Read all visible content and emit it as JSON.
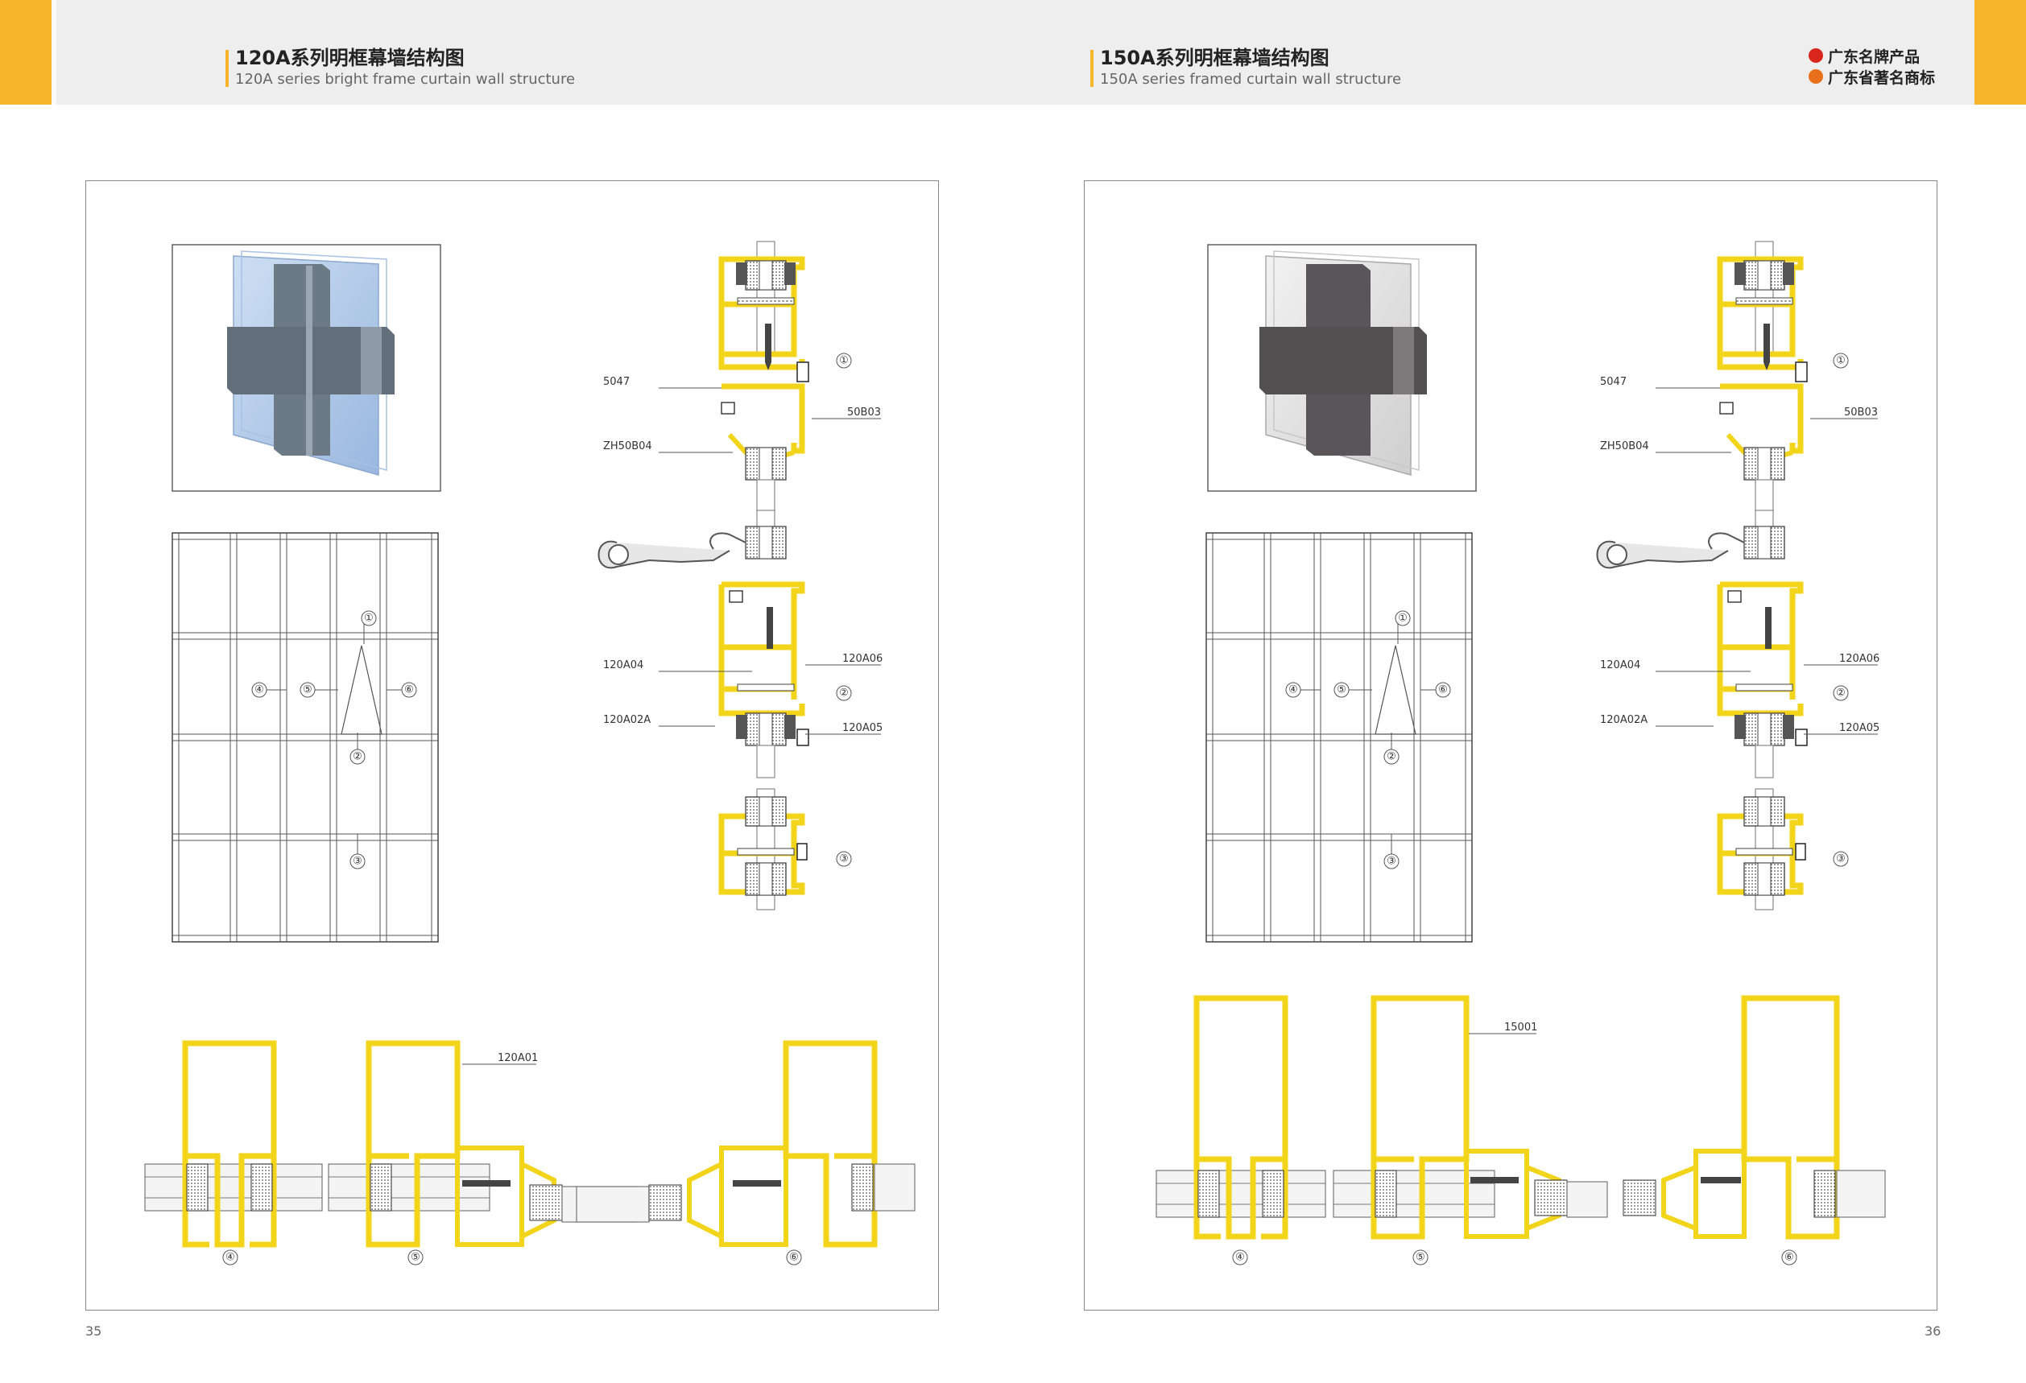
{
  "brand_color": "#f7b52c",
  "profile_color": "#f2d41a",
  "left": {
    "title_cn": "120A系列明框幕墙结构图",
    "title_en": "120A series bright frame curtain wall structure",
    "page_number": "35",
    "labels": {
      "p5047": "5047",
      "p50b03": "50B03",
      "pzh50b04": "ZH50B04",
      "p120a04": "120A04",
      "p120a06": "120A06",
      "p120a02a": "120A02A",
      "p120a05": "120A05",
      "mullion": "120A01"
    }
  },
  "right": {
    "title_cn": "150A系列明框幕墙结构图",
    "title_en": "150A series framed curtain wall structure",
    "page_number": "36",
    "labels": {
      "p5047": "5047",
      "p50b03": "50B03",
      "pzh50b04": "ZH50B04",
      "p120a04": "120A04",
      "p120a06": "120A06",
      "p120a02a": "120A02A",
      "p120a05": "120A05",
      "mullion": "15001"
    }
  },
  "markers": {
    "m1": "①",
    "m2": "②",
    "m3": "③",
    "m4": "④",
    "m5": "⑤",
    "m6": "⑥"
  },
  "badges": [
    {
      "text": "广东名牌产品",
      "color": "#d9261c"
    },
    {
      "text": "广东省著名商标",
      "color": "#e8701a"
    }
  ]
}
